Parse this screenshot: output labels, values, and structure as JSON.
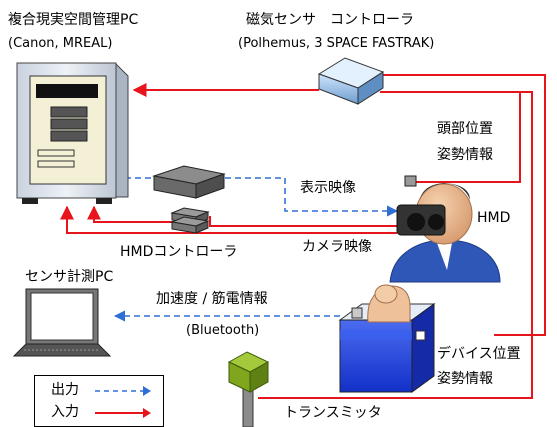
{
  "labels": {
    "pc_title": "複合現実空間管理PC",
    "pc_sub": "(Canon, MREAL)",
    "sensor_title": "磁気センサ　コントローラ",
    "sensor_sub": "(Polhemus, 3 SPACE FASTRAK)",
    "head_pose_1": "頭部位置",
    "head_pose_2": "姿勢情報",
    "display_video": "表示映像",
    "hmd": "HMD",
    "camera_video": "カメラ映像",
    "hmd_controller": "HMDコントローラ",
    "sensor_pc": "センサ計測PC",
    "accel_emg": "加速度 / 筋電情報",
    "bluetooth": "(Bluetooth)",
    "device_pose_1": "デバイス位置",
    "device_pose_2": "姿勢情報",
    "transmitter": "トランスミッタ"
  },
  "legend": {
    "output_label": "出力",
    "input_label": "入力"
  },
  "colors": {
    "input_line": "#e8141c",
    "output_line": "#2e6fd6",
    "water_blue": "#1f3fe0",
    "transmitter_green": "#7fa61c",
    "pc_case": "#dfe6f0",
    "user_suit": "#2e57b8"
  }
}
